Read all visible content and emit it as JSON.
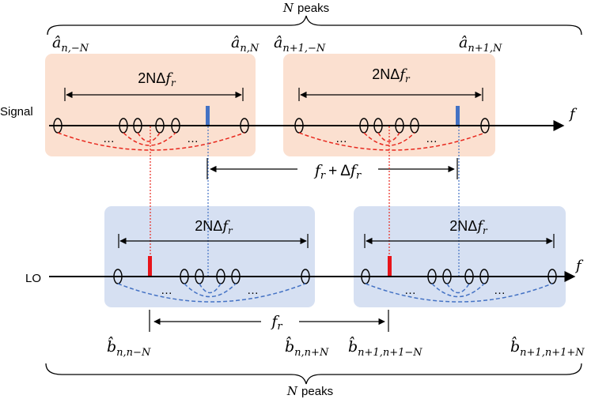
{
  "top_brace": {
    "n_label": "N",
    "peaks_label": "peaks"
  },
  "bottom_brace": {
    "n_label": "N",
    "peaks_label": "peaks"
  },
  "rows": {
    "signal": {
      "label": "Signal",
      "axis_label": "f",
      "dots": "…"
    },
    "lo": {
      "label": "LO",
      "axis_label": "f",
      "dots": "…"
    }
  },
  "boxes": {
    "signal_1": {
      "span": "2N",
      "delta": "Δ",
      "f": "f",
      "sub": "r"
    },
    "signal_2": {
      "span": "2N",
      "delta": "Δ",
      "f": "f",
      "sub": "r"
    },
    "lo_1": {
      "span": "2N",
      "delta": "Δ",
      "f": "f",
      "sub": "r"
    },
    "lo_2": {
      "span": "2N",
      "delta": "Δ",
      "f": "f",
      "sub": "r"
    }
  },
  "spacings": {
    "signal": {
      "f": "f",
      "sub": "r",
      "plus": "+",
      "delta": "Δ",
      "sub2": "r"
    },
    "lo": {
      "f": "f",
      "sub": "r"
    }
  },
  "top_labels": [
    {
      "base": "â",
      "sub": "n,−N"
    },
    {
      "base": "â",
      "sub": "n,N"
    },
    {
      "base": "â",
      "sub": "n+1,−N"
    },
    {
      "base": "â",
      "sub": "n+1,N"
    }
  ],
  "bottom_labels": [
    {
      "base": "b̂",
      "sub": "n,n−N"
    },
    {
      "base": "b̂",
      "sub": "n,n+N"
    },
    {
      "base": "b̂",
      "sub": "n+1,n+1−N"
    },
    {
      "base": "b̂",
      "sub": "n+1,n+1+N"
    }
  ],
  "colors": {
    "signal_box": "#fbe0d0",
    "lo_box": "#d6e0f2",
    "signal_arc": "#e8281e",
    "lo_arc": "#4472c4",
    "signal_marker": "#4472c4",
    "lo_marker": "#e8141a",
    "axis": "#000000"
  }
}
